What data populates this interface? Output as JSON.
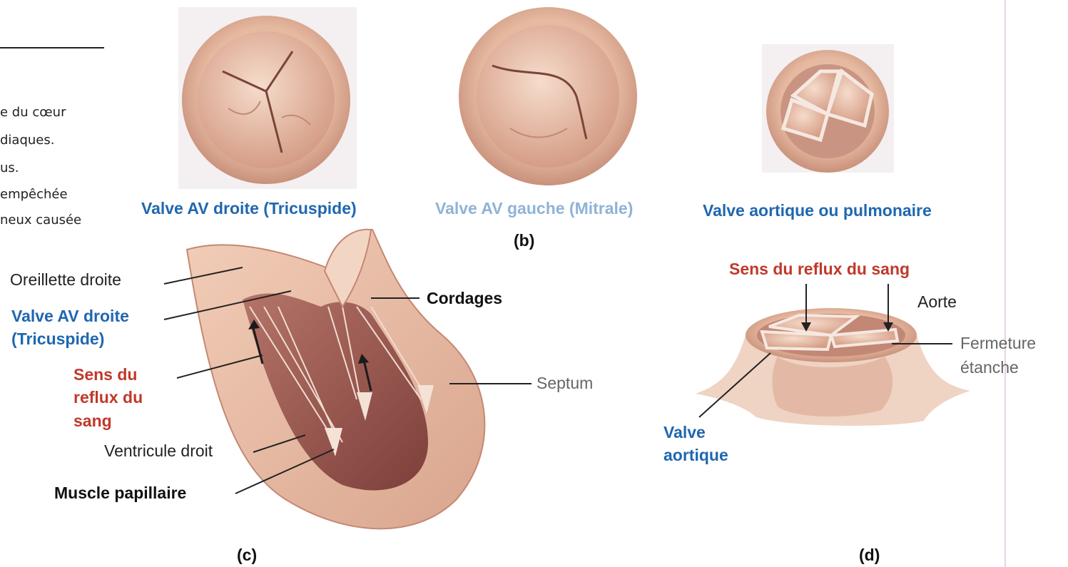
{
  "side_text": {
    "lines": [
      "e du cœur",
      "diaques.",
      "us.",
      "empêchée",
      "neux causée"
    ]
  },
  "panel_b": {
    "label": "(b)",
    "valves": [
      {
        "name": "Valve AV droite (Tricuspide)"
      },
      {
        "name": "Valve AV gauche (Mitrale)"
      },
      {
        "name": "Valve aortique ou pulmonaire"
      }
    ]
  },
  "panel_c": {
    "label": "(c)",
    "oreillette": "Oreillette droite",
    "valve_av_line1": "Valve AV droite",
    "valve_av_line2": "(Tricuspide)",
    "reflux_line1": "Sens du",
    "reflux_line2": "reflux du",
    "reflux_line3": "sang",
    "ventricule": "Ventricule droit",
    "muscle": "Muscle papillaire",
    "cordages": "Cordages",
    "septum": "Septum"
  },
  "panel_d": {
    "label": "(d)",
    "reflux": "Sens du reflux du sang",
    "aorte": "Aorte",
    "fermeture_line1": "Fermeture",
    "fermeture_line2": "étanche",
    "valve_line1": "Valve",
    "valve_line2": "aortique"
  },
  "colors": {
    "tissue": "#e2b59b",
    "tissue_dark": "#a8655a",
    "label_blue": "#1f67b0",
    "label_red": "#c0392b",
    "label_lightblue": "#8fb3d7"
  }
}
